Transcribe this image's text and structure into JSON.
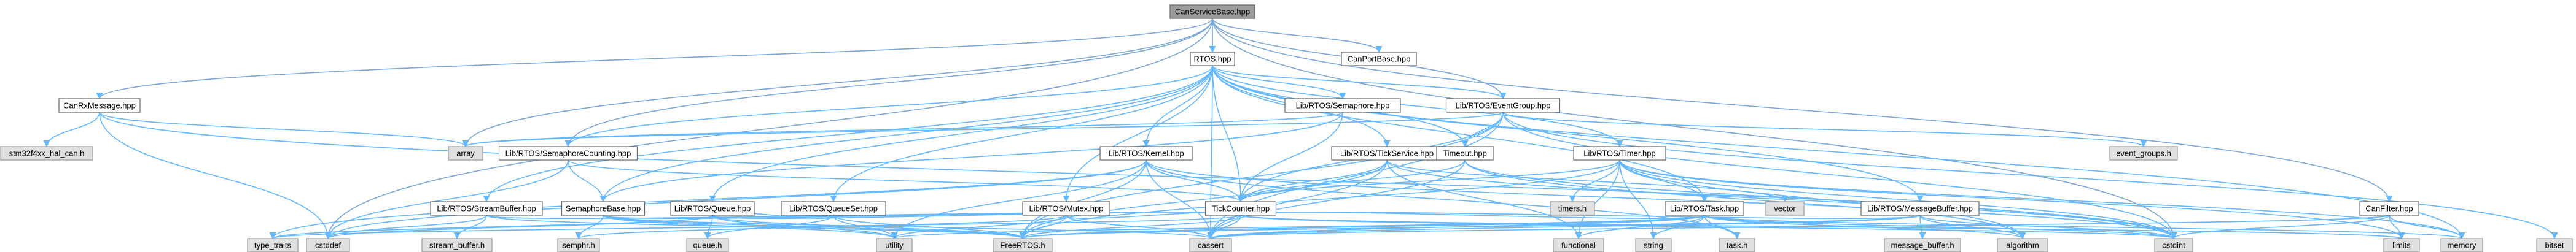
{
  "graph": {
    "nodes": [
      {
        "id": "CanServiceBase",
        "label": "CanServiceBase.hpp",
        "kind": "root"
      },
      {
        "id": "RTOS",
        "label": "RTOS.hpp",
        "kind": "hdr"
      },
      {
        "id": "CanPortBase",
        "label": "CanPortBase.hpp",
        "kind": "hdr"
      },
      {
        "id": "CanRxMessage",
        "label": "CanRxMessage.hpp",
        "kind": "hdr"
      },
      {
        "id": "stm32",
        "label": "stm32f4xx_hal_can.h",
        "kind": "ext"
      },
      {
        "id": "array",
        "label": "array",
        "kind": "ext"
      },
      {
        "id": "SemaphoreCounting",
        "label": "Lib/RTOS/SemaphoreCounting.hpp",
        "kind": "hdr"
      },
      {
        "id": "Semaphore",
        "label": "Lib/RTOS/Semaphore.hpp",
        "kind": "hdr"
      },
      {
        "id": "EventGroup",
        "label": "Lib/RTOS/EventGroup.hpp",
        "kind": "hdr"
      },
      {
        "id": "Kernel",
        "label": "Lib/RTOS/Kernel.hpp",
        "kind": "hdr"
      },
      {
        "id": "TickService",
        "label": "Lib/RTOS/TickService.hpp",
        "kind": "hdr"
      },
      {
        "id": "Timeout",
        "label": "Timeout.hpp",
        "kind": "hdr"
      },
      {
        "id": "Timer",
        "label": "Lib/RTOS/Timer.hpp",
        "kind": "hdr"
      },
      {
        "id": "event_groups",
        "label": "event_groups.h",
        "kind": "ext"
      },
      {
        "id": "CanFilter",
        "label": "CanFilter.hpp",
        "kind": "hdr"
      },
      {
        "id": "StreamBuffer",
        "label": "Lib/RTOS/StreamBuffer.hpp",
        "kind": "hdr"
      },
      {
        "id": "SemaphoreBase",
        "label": "SemaphoreBase.hpp",
        "kind": "hdr"
      },
      {
        "id": "Queue",
        "label": "Lib/RTOS/Queue.hpp",
        "kind": "hdr"
      },
      {
        "id": "QueueSet",
        "label": "Lib/RTOS/QueueSet.hpp",
        "kind": "hdr"
      },
      {
        "id": "Mutex",
        "label": "Lib/RTOS/Mutex.hpp",
        "kind": "hdr"
      },
      {
        "id": "TickCounter",
        "label": "TickCounter.hpp",
        "kind": "hdr"
      },
      {
        "id": "Task",
        "label": "Lib/RTOS/Task.hpp",
        "kind": "hdr"
      },
      {
        "id": "timers",
        "label": "timers.h",
        "kind": "ext"
      },
      {
        "id": "vector",
        "label": "vector",
        "kind": "ext"
      },
      {
        "id": "MessageBuffer",
        "label": "Lib/RTOS/MessageBuffer.hpp",
        "kind": "hdr"
      },
      {
        "id": "type_traits",
        "label": "type_traits",
        "kind": "ext"
      },
      {
        "id": "cstddef",
        "label": "cstddef",
        "kind": "ext"
      },
      {
        "id": "stream_buffer",
        "label": "stream_buffer.h",
        "kind": "ext"
      },
      {
        "id": "semphr",
        "label": "semphr.h",
        "kind": "ext"
      },
      {
        "id": "queue_h",
        "label": "queue.h",
        "kind": "ext"
      },
      {
        "id": "utility",
        "label": "utility",
        "kind": "ext"
      },
      {
        "id": "FreeRTOS",
        "label": "FreeRTOS.h",
        "kind": "ext"
      },
      {
        "id": "cassert",
        "label": "cassert",
        "kind": "ext"
      },
      {
        "id": "functional",
        "label": "functional",
        "kind": "ext"
      },
      {
        "id": "string",
        "label": "string",
        "kind": "ext"
      },
      {
        "id": "task_h",
        "label": "task.h",
        "kind": "ext"
      },
      {
        "id": "algorithm",
        "label": "algorithm",
        "kind": "ext"
      },
      {
        "id": "cstdint",
        "label": "cstdint",
        "kind": "ext"
      },
      {
        "id": "message_buffer",
        "label": "message_buffer.h",
        "kind": "ext"
      },
      {
        "id": "limits",
        "label": "limits",
        "kind": "ext"
      },
      {
        "id": "memory",
        "label": "memory",
        "kind": "ext"
      },
      {
        "id": "bitset",
        "label": "bitset",
        "kind": "ext"
      }
    ],
    "edges": [
      [
        "CanServiceBase",
        "RTOS"
      ],
      [
        "CanServiceBase",
        "CanPortBase"
      ],
      [
        "CanServiceBase",
        "CanRxMessage"
      ],
      [
        "CanServiceBase",
        "array"
      ],
      [
        "CanServiceBase",
        "SemaphoreCounting"
      ],
      [
        "CanServiceBase",
        "CanFilter"
      ],
      [
        "CanServiceBase",
        "cstddef"
      ],
      [
        "CanServiceBase",
        "cstdint"
      ],
      [
        "CanServiceBase",
        "EventGroup"
      ],
      [
        "CanRxMessage",
        "stm32"
      ],
      [
        "CanRxMessage",
        "array"
      ],
      [
        "CanRxMessage",
        "cstddef"
      ],
      [
        "CanRxMessage",
        "cstdint"
      ],
      [
        "RTOS",
        "EventGroup"
      ],
      [
        "RTOS",
        "Semaphore"
      ],
      [
        "RTOS",
        "SemaphoreCounting"
      ],
      [
        "RTOS",
        "Kernel"
      ],
      [
        "RTOS",
        "TickService"
      ],
      [
        "RTOS",
        "Timeout"
      ],
      [
        "RTOS",
        "Timer"
      ],
      [
        "RTOS",
        "StreamBuffer"
      ],
      [
        "RTOS",
        "Queue"
      ],
      [
        "RTOS",
        "QueueSet"
      ],
      [
        "RTOS",
        "Mutex"
      ],
      [
        "RTOS",
        "TickCounter"
      ],
      [
        "RTOS",
        "Task"
      ],
      [
        "RTOS",
        "MessageBuffer"
      ],
      [
        "RTOS",
        "SemaphoreBase"
      ],
      [
        "Semaphore",
        "SemaphoreBase"
      ],
      [
        "Semaphore",
        "TickCounter"
      ],
      [
        "Semaphore",
        "array"
      ],
      [
        "EventGroup",
        "array"
      ],
      [
        "EventGroup",
        "event_groups"
      ],
      [
        "EventGroup",
        "TickCounter"
      ],
      [
        "EventGroup",
        "FreeRTOS"
      ],
      [
        "EventGroup",
        "cstdint"
      ],
      [
        "EventGroup",
        "bitset"
      ],
      [
        "EventGroup",
        "cassert"
      ],
      [
        "EventGroup",
        "Timeout"
      ],
      [
        "SemaphoreCounting",
        "SemaphoreBase"
      ],
      [
        "SemaphoreCounting",
        "TickCounter"
      ],
      [
        "SemaphoreCounting",
        "cstddef"
      ],
      [
        "Kernel",
        "TickCounter"
      ],
      [
        "Kernel",
        "FreeRTOS"
      ],
      [
        "Kernel",
        "cassert"
      ],
      [
        "Kernel",
        "utility"
      ],
      [
        "Kernel",
        "cstdint"
      ],
      [
        "Kernel",
        "task_h"
      ],
      [
        "Kernel",
        "type_traits"
      ],
      [
        "Kernel",
        "cstddef"
      ],
      [
        "TickService",
        "TickCounter"
      ],
      [
        "TickService",
        "FreeRTOS"
      ],
      [
        "TickService",
        "cassert"
      ],
      [
        "TickService",
        "functional"
      ],
      [
        "TickService",
        "vector"
      ],
      [
        "Timeout",
        "TickCounter"
      ],
      [
        "Timeout",
        "algorithm"
      ],
      [
        "Timeout",
        "cassert"
      ],
      [
        "Timer",
        "TickCounter"
      ],
      [
        "Timer",
        "timers"
      ],
      [
        "Timer",
        "FreeRTOS"
      ],
      [
        "Timer",
        "Task"
      ],
      [
        "Timer",
        "functional"
      ],
      [
        "Timer",
        "cstdint"
      ],
      [
        "Timer",
        "memory"
      ],
      [
        "Timer",
        "string"
      ],
      [
        "Timer",
        "algorithm"
      ],
      [
        "Timer",
        "limits"
      ],
      [
        "CanFilter",
        "cstdint"
      ],
      [
        "CanFilter",
        "limits"
      ],
      [
        "CanFilter",
        "memory"
      ],
      [
        "CanFilter",
        "cassert"
      ],
      [
        "StreamBuffer",
        "stream_buffer"
      ],
      [
        "StreamBuffer",
        "TickCounter"
      ],
      [
        "StreamBuffer",
        "cstddef"
      ],
      [
        "StreamBuffer",
        "FreeRTOS"
      ],
      [
        "SemaphoreBase",
        "semphr"
      ],
      [
        "SemaphoreBase",
        "TickCounter"
      ],
      [
        "SemaphoreBase",
        "utility"
      ],
      [
        "SemaphoreBase",
        "FreeRTOS"
      ],
      [
        "SemaphoreBase",
        "cassert"
      ],
      [
        "Queue",
        "queue_h"
      ],
      [
        "Queue",
        "TickCounter"
      ],
      [
        "Queue",
        "cstddef"
      ],
      [
        "Queue",
        "FreeRTOS"
      ],
      [
        "Queue",
        "utility"
      ],
      [
        "Queue",
        "type_traits"
      ],
      [
        "QueueSet",
        "Queue"
      ],
      [
        "QueueSet",
        "queue_h"
      ],
      [
        "QueueSet",
        "FreeRTOS"
      ],
      [
        "QueueSet",
        "utility"
      ],
      [
        "Mutex",
        "semphr"
      ],
      [
        "Mutex",
        "TickCounter"
      ],
      [
        "Mutex",
        "FreeRTOS"
      ],
      [
        "Mutex",
        "cassert"
      ],
      [
        "Mutex",
        "utility"
      ],
      [
        "TickCounter",
        "FreeRTOS"
      ],
      [
        "TickCounter",
        "cstdint"
      ],
      [
        "TickCounter",
        "cassert"
      ],
      [
        "TickCounter",
        "type_traits"
      ],
      [
        "TickCounter",
        "limits"
      ],
      [
        "Task",
        "task_h"
      ],
      [
        "Task",
        "FreeRTOS"
      ],
      [
        "Task",
        "cassert"
      ],
      [
        "Task",
        "functional"
      ],
      [
        "Task",
        "string"
      ],
      [
        "Task",
        "TickCounter"
      ],
      [
        "Task",
        "cstdint"
      ],
      [
        "Task",
        "memory"
      ],
      [
        "Task",
        "utility"
      ],
      [
        "Task",
        "algorithm"
      ],
      [
        "MessageBuffer",
        "message_buffer"
      ],
      [
        "MessageBuffer",
        "TickCounter"
      ],
      [
        "MessageBuffer",
        "FreeRTOS"
      ],
      [
        "MessageBuffer",
        "cstdint"
      ],
      [
        "MessageBuffer",
        "algorithm"
      ],
      [
        "MessageBuffer",
        "cassert"
      ],
      [
        "Timeout",
        "cstdint"
      ],
      [
        "TickService",
        "cstdint"
      ],
      [
        "RTOS",
        "cassert"
      ],
      [
        "RTOS",
        "memory"
      ]
    ]
  }
}
